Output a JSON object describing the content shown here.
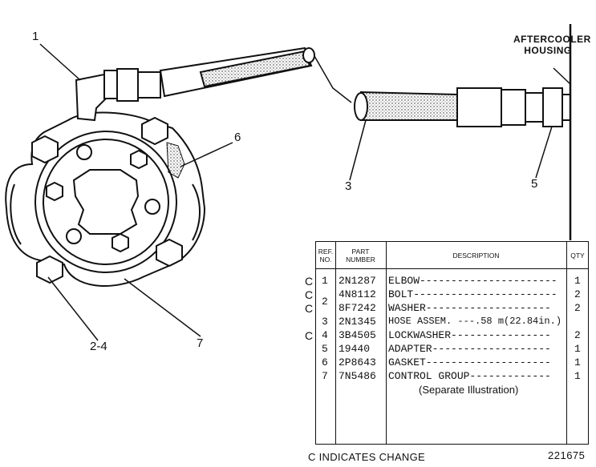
{
  "diagram": {
    "labels": {
      "aftercooler_line1": "AFTERCOOLER",
      "aftercooler_line2": "HOUSING"
    },
    "callouts": [
      "1",
      "6",
      "3",
      "5",
      "2-4",
      "7"
    ]
  },
  "parts_table": {
    "headers": {
      "ref_no_line1": "REF.",
      "ref_no_line2": "NO.",
      "part_number_line1": "PART",
      "part_number_line2": "NUMBER",
      "description": "DESCRIPTION",
      "qty": "QTY"
    },
    "rows": [
      {
        "change": "C",
        "ref": "1",
        "part": "2N1287",
        "desc": "ELBOW----------------------",
        "qty": "1"
      },
      {
        "change": "C",
        "ref": "",
        "part": "4N8112",
        "desc": "BOLT-----------------------",
        "qty": "2"
      },
      {
        "change": "C",
        "ref": "2",
        "part": "8F7242",
        "desc": "WASHER--------------------",
        "qty": "2"
      },
      {
        "change": "",
        "ref": "3",
        "part": "2N1345",
        "desc": "HOSE ASSEM. ---.58 m(22.84in.)",
        "qty": ""
      },
      {
        "change": "C",
        "ref": "4",
        "part": "3B4505",
        "desc": "LOCKWASHER----------------",
        "qty": "2"
      },
      {
        "change": "",
        "ref": "5",
        "part": "19440",
        "desc": "ADAPTER-------------------",
        "qty": "1"
      },
      {
        "change": "",
        "ref": "6",
        "part": "2P8643",
        "desc": "GASKET--------------------",
        "qty": "1"
      },
      {
        "change": "",
        "ref": "7",
        "part": "7N5486",
        "desc": "CONTROL GROUP-------------",
        "qty": "1"
      },
      {
        "change": "",
        "ref": "",
        "part": "",
        "desc": "(Separate Illustration)",
        "qty": ""
      }
    ]
  },
  "footer": {
    "note": "C INDICATES CHANGE",
    "figure_number": "221675"
  }
}
